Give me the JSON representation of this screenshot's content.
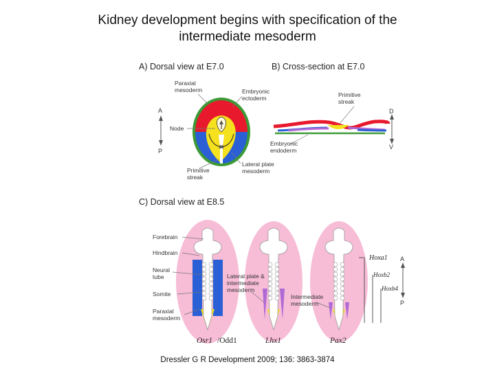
{
  "title_line1": "Kidney development begins with specification of the",
  "title_line2": "intermediate mesoderm",
  "panel_a": {
    "title": "A) Dorsal view at E7.0",
    "labels": {
      "paraxial": "Paraxial\nmesoderm",
      "embryonic_ectoderm": "Embryonic\nectoderm",
      "node": "Node",
      "primitive_streak": "Primitive\nstreak",
      "lateral_plate": "Lateral plate\nmesoderm",
      "axis_a": "A",
      "axis_p": "P"
    }
  },
  "panel_b": {
    "title": "B) Cross-section at E7.0",
    "labels": {
      "primitive_streak": "Primitive\nstreak",
      "embryonic_endoderm": "Embryonic\nendoderm",
      "axis_d": "D",
      "axis_v": "V"
    }
  },
  "panel_c": {
    "title": "C) Dorsal view at E8.5",
    "labels": {
      "forebrain": "Forebrain",
      "hindbrain": "Hindbrain",
      "neural_tube": "Neural\ntube",
      "somite": "Somite",
      "paraxial": "Paraxial\nmesoderm",
      "lateral_intermediate": "Lateral plate &\nintermediate\nmesoderm",
      "intermediate": "Intermediate\nmesoderm",
      "hoxa1": "Hoxa1",
      "hoxb2": "Hoxb2",
      "hoxb4": "Hoxb4",
      "axis_a": "A",
      "axis_p": "P"
    },
    "genes": {
      "osr1": "Osr1",
      "odd1": "/Odd1",
      "lhx1": "Lhx1",
      "pax2": "Pax2"
    }
  },
  "citation": "Dressler G R Development 2009; 136: 3863-3874",
  "colors": {
    "red": "#e8192c",
    "yellow": "#f5e11e",
    "blue": "#2a5fd6",
    "green": "#3c9a35",
    "pink": "#f7bcd6",
    "purple": "#b06ad6",
    "light_blue": "#77aaf0"
  }
}
